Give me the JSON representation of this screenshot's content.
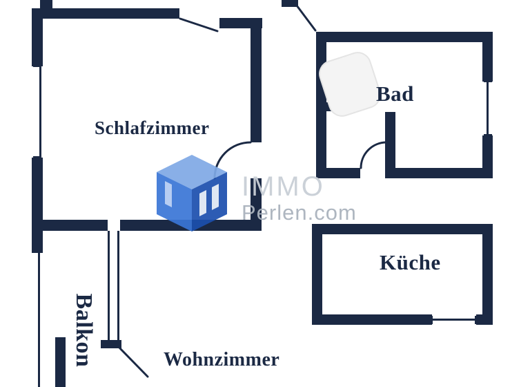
{
  "colors": {
    "wall": "#1b2944",
    "label": "#1b2944",
    "wm_primary": "#c9cfd6",
    "wm_secondary": "#aab3bd",
    "logo_light": "#7fa9e6",
    "logo_mid": "#3a76d6",
    "logo_dark": "#1c4fae"
  },
  "rooms": {
    "schlafzimmer": {
      "label": "Schlafzimmer"
    },
    "bad": {
      "label": "Bad"
    },
    "kueche": {
      "label": "Küche"
    },
    "balkon": {
      "label": "Balkon"
    },
    "wohnzimmer": {
      "label": "Wohnzimmer"
    }
  },
  "watermark": {
    "brand_top": "IMMO",
    "brand_bottom": "Perlen.com",
    "logo": "immo-perlen-cube-logo"
  }
}
